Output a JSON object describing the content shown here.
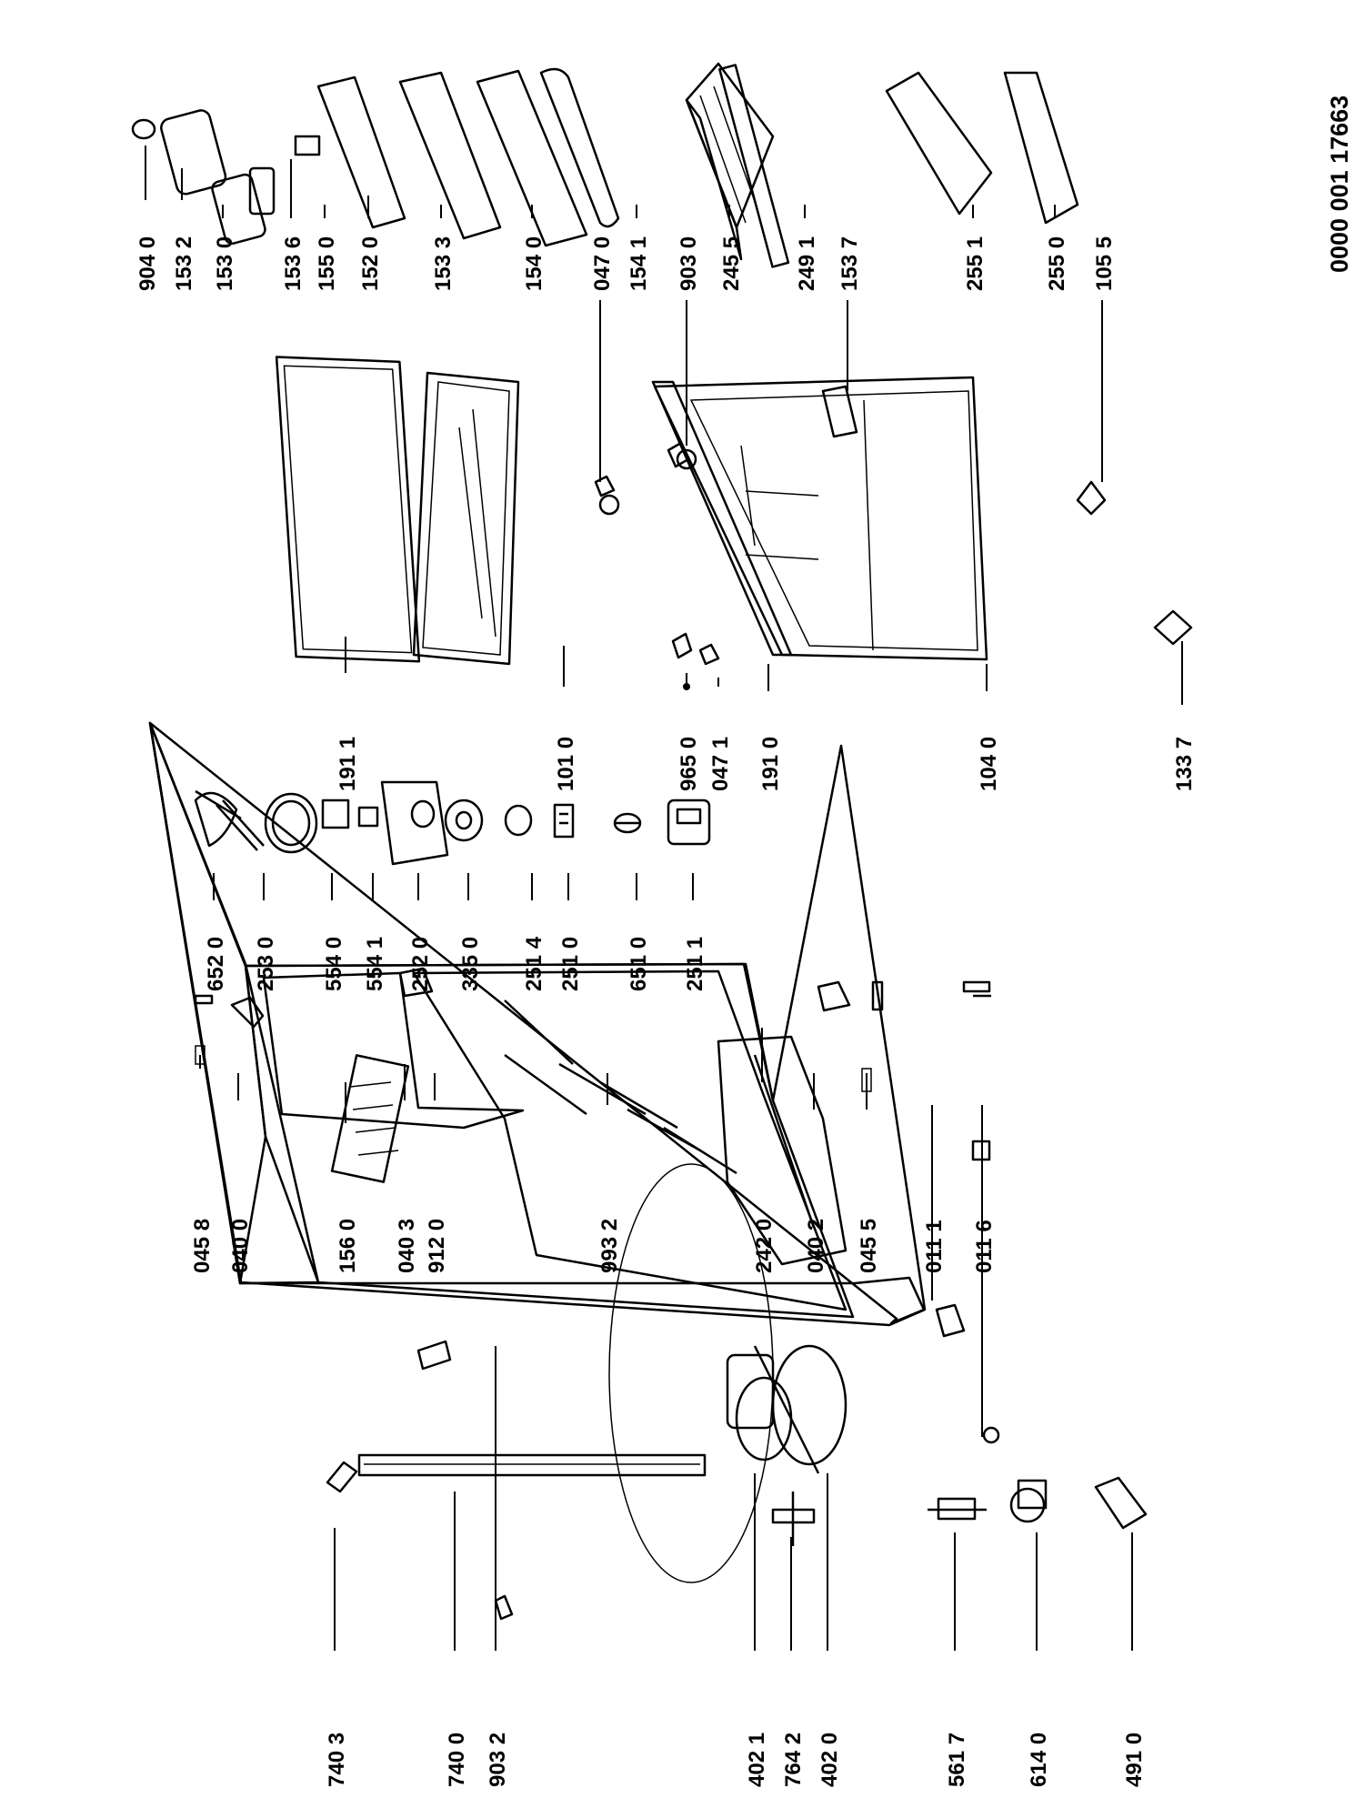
{
  "document_number": "0000 001 17663",
  "columns": {
    "cabinet_left_bottom": [
      "740 3",
      "740 0",
      "903 2",
      "402 1",
      "764 2",
      "402 0",
      "561 7",
      "614 0",
      "491 0"
    ],
    "cabinet_right_top": [
      "045 8",
      "040 0",
      "156 0",
      "040 3",
      "912 0",
      "993 2",
      "242 0",
      "040 2",
      "045 5",
      "011 1",
      "011 6"
    ],
    "controls": [
      "652 0",
      "253 0",
      "554 0",
      "554 1",
      "252 0",
      "335 0",
      "251 4",
      "251 0",
      "651 0",
      "251 1"
    ],
    "doors": [
      "191 1",
      "101 0",
      "965 0",
      "047 1",
      "191 0",
      "104 0",
      "133 7"
    ],
    "accessories": [
      "904 0",
      "153 2",
      "153 0",
      "153 6",
      "155 0",
      "152 0",
      "153 3",
      "154 0",
      "047 0",
      "154 1",
      "903 0",
      "245 5",
      "249 1",
      "153 7",
      "255 1",
      "255 0",
      "105 5"
    ]
  },
  "icons": [
    "fridge-cabinet",
    "compressor",
    "door-gasket",
    "freezer-door",
    "fridge-door",
    "door-bin",
    "wire-shelf",
    "glass-shelf",
    "egg-tray",
    "thermostat",
    "lamp"
  ]
}
